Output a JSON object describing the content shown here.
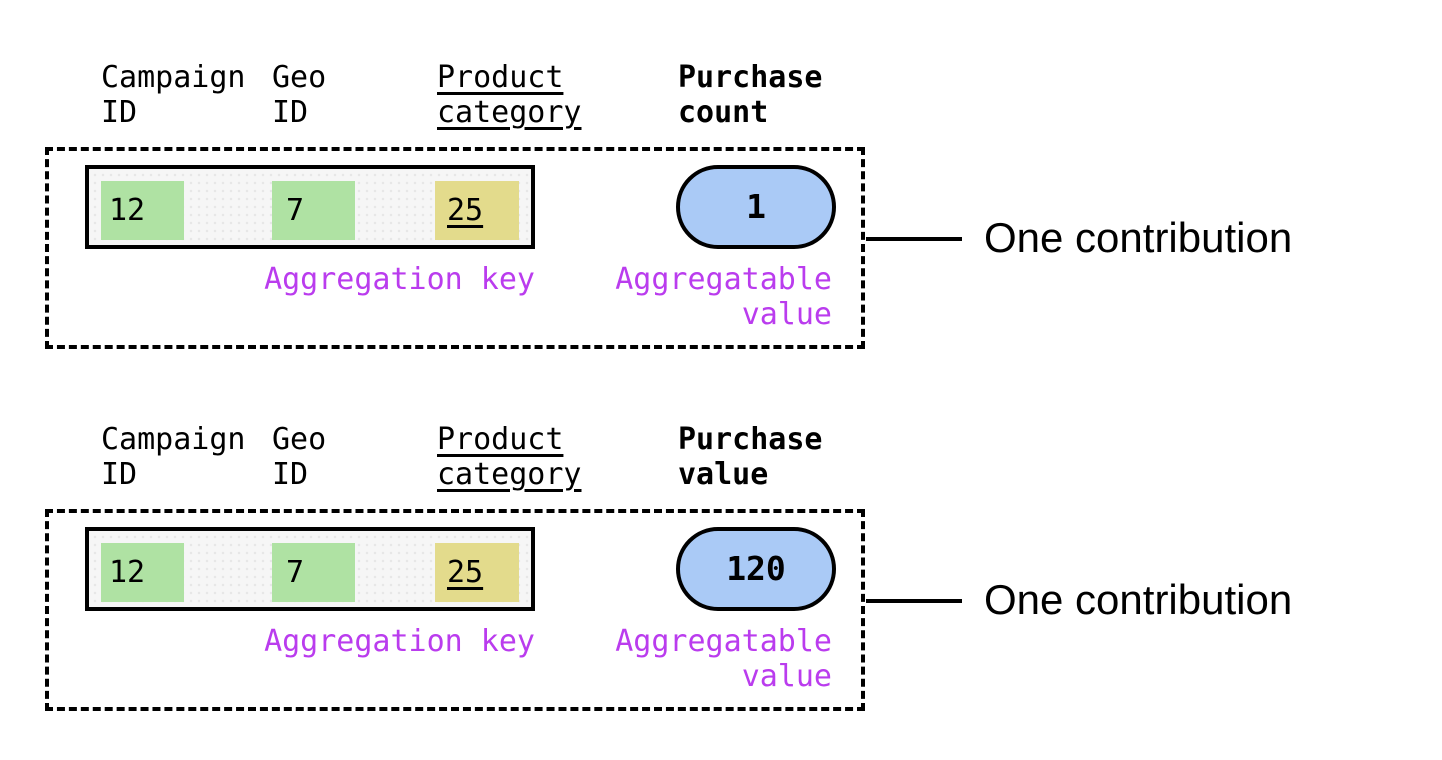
{
  "diagram": {
    "title_hint": "Aggregation key and aggregatable value contributions",
    "colors": {
      "key_highlight_green": "#afe2a3",
      "key_highlight_yellow": "#e3db8c",
      "value_pill_blue": "#aacaf6",
      "annotation_purple": "#ba3cee",
      "row_background": "#f6f6f6",
      "ink": "#000000"
    },
    "sections": [
      {
        "key_columns": [
          {
            "header": "Campaign\nID",
            "value": "12"
          },
          {
            "header": "Geo\nID",
            "value": "7"
          },
          {
            "header": "Product\ncategory",
            "value": "25"
          }
        ],
        "metric": {
          "header": "Purchase\ncount",
          "value": "1"
        },
        "aggregation_key_label": "Aggregation key",
        "aggregatable_value_label": "Aggregatable\nvalue",
        "contribution_label": "One contribution"
      },
      {
        "key_columns": [
          {
            "header": "Campaign\nID",
            "value": "12"
          },
          {
            "header": "Geo\nID",
            "value": "7"
          },
          {
            "header": "Product\ncategory",
            "value": "25"
          }
        ],
        "metric": {
          "header": "Purchase\nvalue",
          "value": "120"
        },
        "aggregation_key_label": "Aggregation key",
        "aggregatable_value_label": "Aggregatable\nvalue",
        "contribution_label": "One contribution"
      }
    ]
  }
}
